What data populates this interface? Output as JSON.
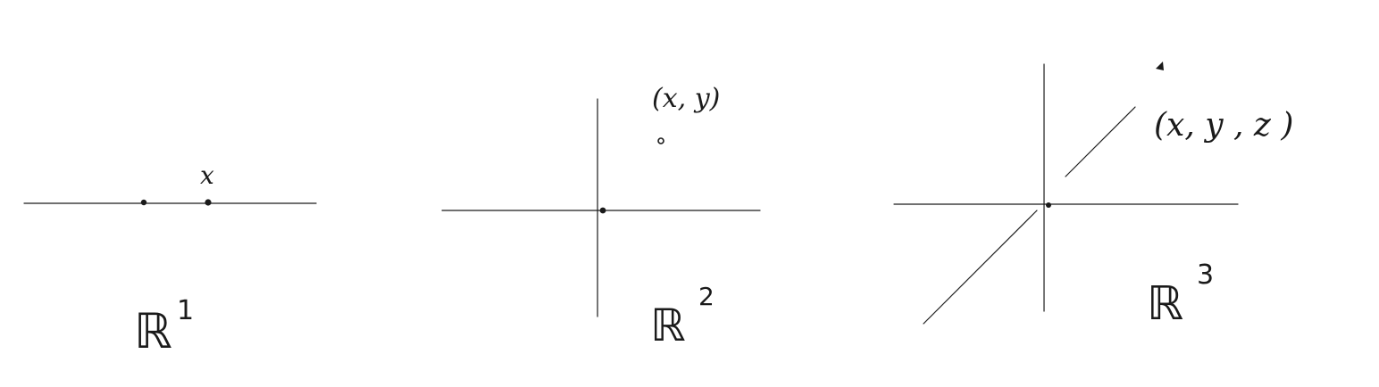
{
  "panels": [
    {
      "space_label": "ℝ",
      "exponent": "1",
      "point_label": "x"
    },
    {
      "space_label": "ℝ",
      "exponent": "2",
      "point_label": "(x, y)"
    },
    {
      "space_label": "ℝ",
      "exponent": "3",
      "point_label": "(x, y , z )"
    }
  ]
}
